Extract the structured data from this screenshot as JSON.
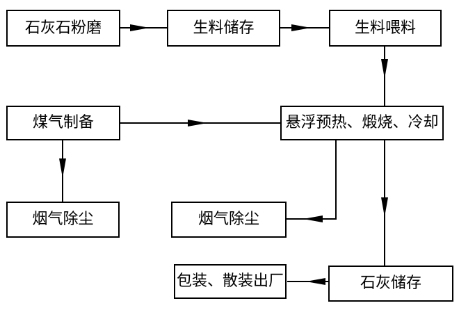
{
  "diagram": {
    "type": "process-flowchart",
    "colors": {
      "background": "#ffffff",
      "line": "#000000",
      "text": "#000000"
    },
    "nodes": {
      "limestone_grinding": {
        "label": "石灰石粉磨"
      },
      "raw_meal_storage": {
        "label": "生料储存"
      },
      "raw_meal_feeding": {
        "label": "生料喂料"
      },
      "gas_preparation": {
        "label": "煤气制备"
      },
      "suspension_preheat_calcine_cool": {
        "label": "悬浮预热、煅烧、冷却"
      },
      "flue_gas_dedusting_left": {
        "label": "烟气除尘"
      },
      "flue_gas_dedusting_center": {
        "label": "烟气除尘"
      },
      "lime_storage": {
        "label": "石灰储存"
      },
      "packing_bulk_shipping": {
        "label": "包装、散装出厂"
      }
    },
    "edges": [
      {
        "from": "limestone_grinding",
        "to": "raw_meal_storage"
      },
      {
        "from": "raw_meal_storage",
        "to": "raw_meal_feeding"
      },
      {
        "from": "raw_meal_feeding",
        "to": "suspension_preheat_calcine_cool"
      },
      {
        "from": "gas_preparation",
        "to": "suspension_preheat_calcine_cool"
      },
      {
        "from": "gas_preparation",
        "to": "flue_gas_dedusting_left"
      },
      {
        "from": "suspension_preheat_calcine_cool",
        "to": "flue_gas_dedusting_center"
      },
      {
        "from": "suspension_preheat_calcine_cool",
        "to": "lime_storage"
      },
      {
        "from": "lime_storage",
        "to": "packing_bulk_shipping"
      }
    ]
  }
}
